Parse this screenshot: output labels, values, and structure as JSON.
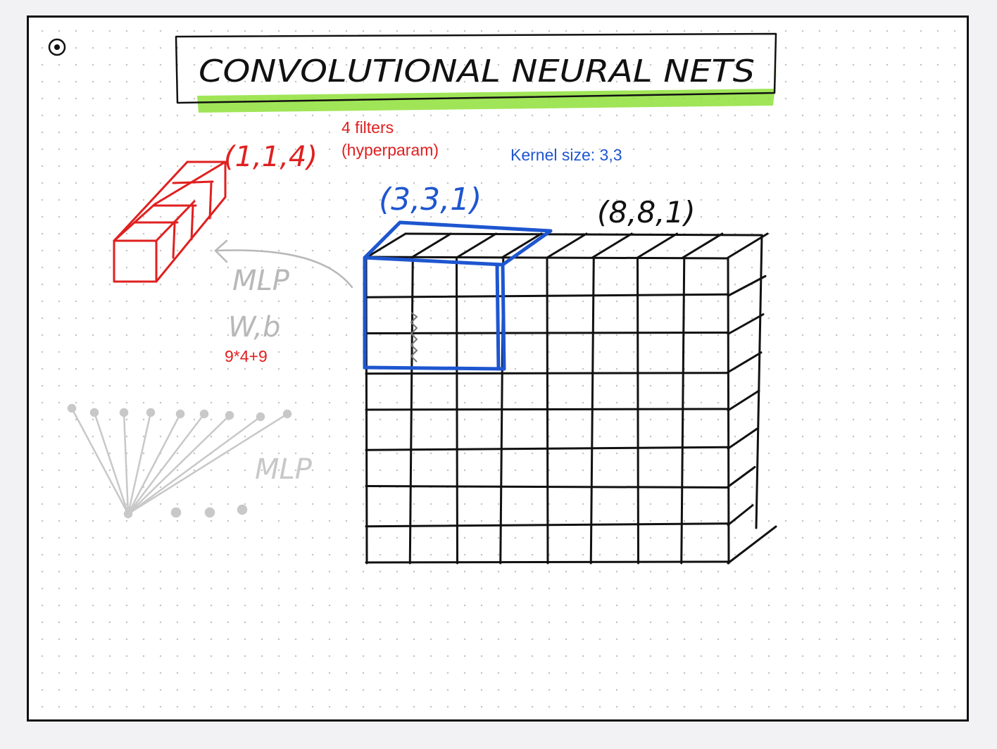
{
  "title_text": "CONVOLUTIONAL NEURAL NETS",
  "shape_output": "(1,1,4)",
  "shape_kernel": "(3,3,1)",
  "shape_input": "(8,8,1)",
  "mlp_label": "MLP",
  "weights_label": "W,b",
  "mlp_label_2": "MLP",
  "note_filters_line1": "4 filters",
  "note_filters_line2": "(hyperparam)",
  "note_kernel": "Kernel size: 3,3",
  "note_params": "9*4+9",
  "colors": {
    "red": "#e02020",
    "blue": "#1e56d0",
    "green_highlight": "#8fe03a",
    "gray_sketch": "#b8b8b8",
    "ink": "#111111"
  },
  "icons": {
    "target": "target-icon"
  }
}
